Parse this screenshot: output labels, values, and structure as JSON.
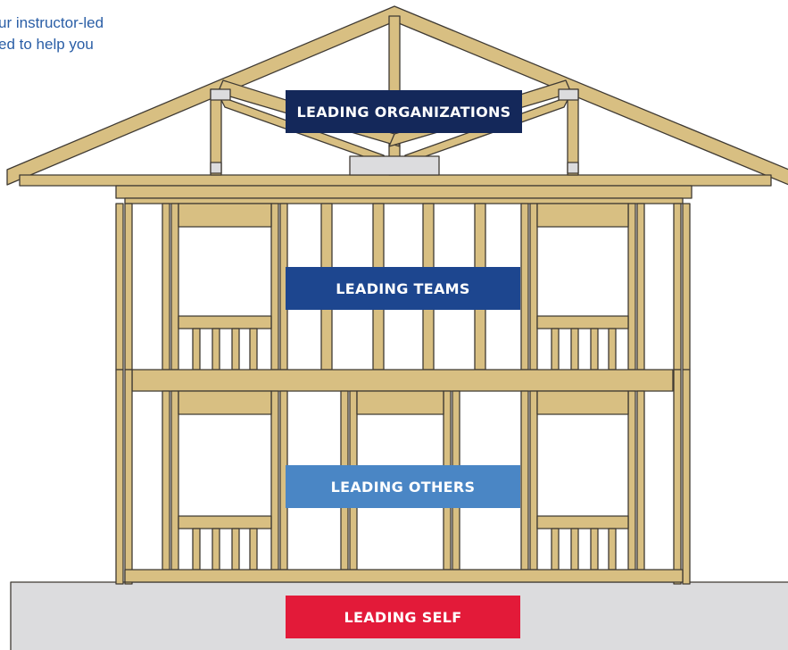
{
  "intro_text": {
    "line1": "ur instructor-led",
    "line2": "ed to help you"
  },
  "levels": {
    "organizations": "LEADING ORGANIZATIONS",
    "teams": "LEADING TEAMS",
    "others": "LEADING OTHERS",
    "self": "LEADING SELF"
  },
  "colors": {
    "wood": "#d8bf82",
    "wood_dark": "#b89e60",
    "outline": "#3f3a33",
    "foundation": "#dcdcde",
    "organizations": "#14285a",
    "teams": "#1d468f",
    "others": "#4a86c5",
    "self": "#e31a39",
    "intro_text": "#2a5ea6"
  }
}
